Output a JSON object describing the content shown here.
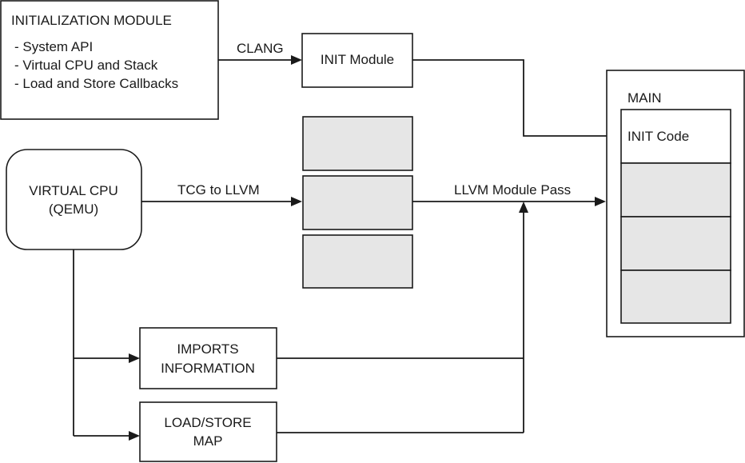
{
  "init_module_box": {
    "title": "INITIALIZATION MODULE",
    "items": [
      "- System API",
      "- Virtual CPU and Stack",
      "- Load and Store Callbacks"
    ]
  },
  "init_box": {
    "label": "INIT Module"
  },
  "virtual_cpu": {
    "line1": "VIRTUAL CPU",
    "line2": "(QEMU)"
  },
  "imports_box": {
    "line1": "IMPORTS",
    "line2": "INFORMATION"
  },
  "loadstore_box": {
    "line1": "LOAD/STORE",
    "line2": "MAP"
  },
  "main_box": {
    "title": "MAIN",
    "init_code": "INIT Code"
  },
  "edges": {
    "clang": "CLANG",
    "tcg_to_llvm": "TCG to LLVM",
    "llvm_module_pass": "LLVM Module Pass"
  },
  "colors": {
    "stroke": "#1a1a1a",
    "gray_fill": "#e6e6e6",
    "background": "#ffffff"
  }
}
